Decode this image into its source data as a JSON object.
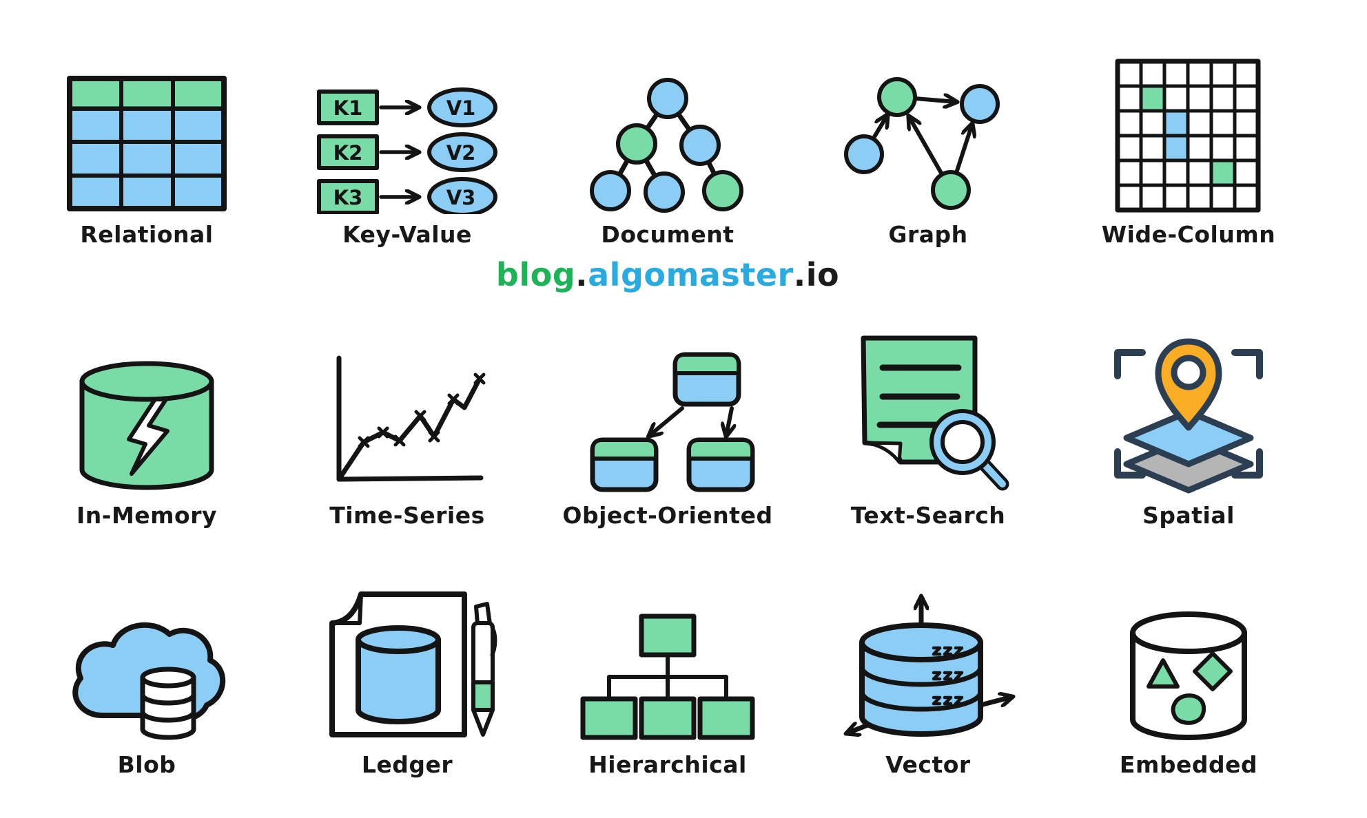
{
  "brand": {
    "blog": "blog",
    "dot1": ".",
    "algomaster": "algomaster",
    "dot2": ".",
    "io": "io"
  },
  "palette": {
    "ink": "#141414",
    "green": "#79dba6",
    "blue": "#8bcdf5",
    "gray": "#b5b5b5",
    "orange": "#f8ad25",
    "navy": "#2b3e52",
    "brand_green": "#1fb357",
    "brand_blue": "#29abe2"
  },
  "cells": [
    {
      "label": "Relational",
      "icon": "relational-table-icon"
    },
    {
      "label": "Key-Value",
      "icon": "key-value-icon",
      "keys": [
        "K1",
        "K2",
        "K3"
      ],
      "values": [
        "V1",
        "V2",
        "V3"
      ]
    },
    {
      "label": "Document",
      "icon": "document-tree-icon"
    },
    {
      "label": "Graph",
      "icon": "graph-nodes-icon"
    },
    {
      "label": "Wide-Column",
      "icon": "wide-column-grid-icon"
    },
    {
      "label": "In-Memory",
      "icon": "in-memory-cylinder-icon"
    },
    {
      "label": "Time-Series",
      "icon": "time-series-chart-icon"
    },
    {
      "label": "Object-Oriented",
      "icon": "object-oriented-icon"
    },
    {
      "label": "Text-Search",
      "icon": "text-search-icon"
    },
    {
      "label": "Spatial",
      "icon": "spatial-map-pin-icon"
    },
    {
      "label": "Blob",
      "icon": "blob-cloud-icon"
    },
    {
      "label": "Ledger",
      "icon": "ledger-page-pen-icon"
    },
    {
      "label": "Hierarchical",
      "icon": "hierarchical-orgchart-icon"
    },
    {
      "label": "Vector",
      "icon": "vector-cylinder-icon"
    },
    {
      "label": "Embedded",
      "icon": "embedded-cylinder-icon"
    }
  ]
}
